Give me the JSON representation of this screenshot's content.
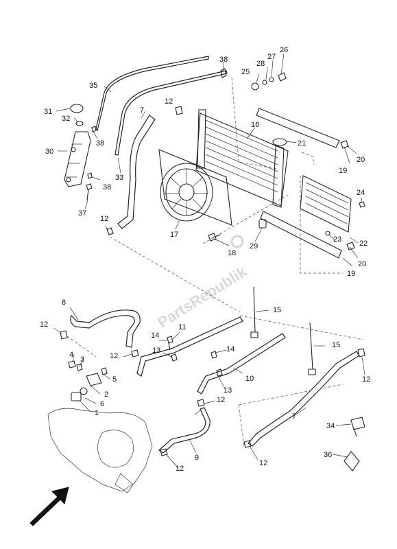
{
  "watermark": "PartsRepublik",
  "callouts": [
    {
      "id": "c1",
      "text": "1"
    },
    {
      "id": "c2",
      "text": "2"
    },
    {
      "id": "c3",
      "text": "3"
    },
    {
      "id": "c4",
      "text": "4"
    },
    {
      "id": "c5",
      "text": "5"
    },
    {
      "id": "c6",
      "text": "6"
    },
    {
      "id": "c7a",
      "text": "7"
    },
    {
      "id": "c7b",
      "text": "7"
    },
    {
      "id": "c8",
      "text": "8"
    },
    {
      "id": "c9",
      "text": "9"
    },
    {
      "id": "c10",
      "text": "10"
    },
    {
      "id": "c11",
      "text": "11"
    },
    {
      "id": "c12a",
      "text": "12"
    },
    {
      "id": "c12b",
      "text": "12"
    },
    {
      "id": "c12c",
      "text": "12"
    },
    {
      "id": "c12d",
      "text": "12"
    },
    {
      "id": "c12e",
      "text": "12"
    },
    {
      "id": "c12f",
      "text": "12"
    },
    {
      "id": "c12g",
      "text": "12"
    },
    {
      "id": "c12h",
      "text": "12"
    },
    {
      "id": "c13a",
      "text": "13"
    },
    {
      "id": "c13b",
      "text": "13"
    },
    {
      "id": "c14a",
      "text": "14"
    },
    {
      "id": "c14b",
      "text": "14"
    },
    {
      "id": "c15a",
      "text": "15"
    },
    {
      "id": "c15b",
      "text": "15"
    },
    {
      "id": "c16",
      "text": "16"
    },
    {
      "id": "c17",
      "text": "17"
    },
    {
      "id": "c18",
      "text": "18"
    },
    {
      "id": "c19a",
      "text": "19"
    },
    {
      "id": "c19b",
      "text": "19"
    },
    {
      "id": "c20a",
      "text": "20"
    },
    {
      "id": "c20b",
      "text": "20"
    },
    {
      "id": "c21",
      "text": "21"
    },
    {
      "id": "c22",
      "text": "22"
    },
    {
      "id": "c23",
      "text": "23"
    },
    {
      "id": "c24",
      "text": "24"
    },
    {
      "id": "c25",
      "text": "25"
    },
    {
      "id": "c26",
      "text": "26"
    },
    {
      "id": "c27",
      "text": "27"
    },
    {
      "id": "c28",
      "text": "28"
    },
    {
      "id": "c29",
      "text": "29"
    },
    {
      "id": "c30",
      "text": "30"
    },
    {
      "id": "c31",
      "text": "31"
    },
    {
      "id": "c32",
      "text": "32"
    },
    {
      "id": "c33",
      "text": "33"
    },
    {
      "id": "c34",
      "text": "34"
    },
    {
      "id": "c35",
      "text": "35"
    },
    {
      "id": "c36",
      "text": "36"
    },
    {
      "id": "c37",
      "text": "37"
    },
    {
      "id": "c38a",
      "text": "38"
    },
    {
      "id": "c38b",
      "text": "38"
    },
    {
      "id": "c38c",
      "text": "38"
    }
  ]
}
